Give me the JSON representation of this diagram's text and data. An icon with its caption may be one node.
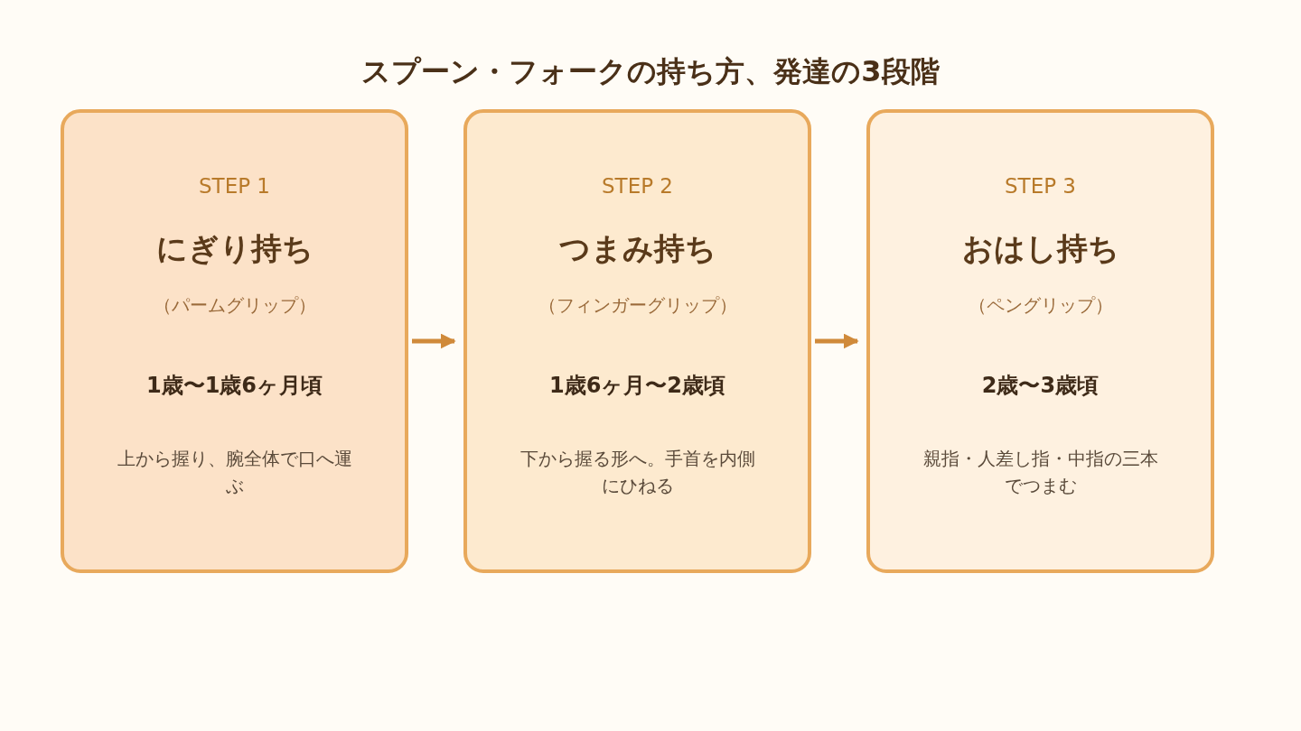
{
  "diagram": {
    "title": "スプーン・フォークの持ち方、発達の3段階",
    "nodes": [
      {
        "text": [
          "STEP 1",
          "にぎり持ち",
          "（パームグリップ）",
          "1歳〜1歳6ヶ月頃",
          "上から握り、腕全体で口へ運ぶ"
        ]
      },
      {
        "text": [
          "STEP 2",
          "つまみ持ち",
          "（フィンガーグリップ）",
          "1歳6ヶ月〜2歳頃",
          "下から握る形へ。手首を内側にひねる"
        ]
      },
      {
        "text": [
          "STEP 3",
          "おはし持ち",
          "（ペングリップ）",
          "2歳〜3歳頃",
          "親指・人差し指・中指の三本でつまむ"
        ]
      }
    ],
    "edges": [
      {
        "from": 0,
        "to": 1,
        "arrow": "to"
      },
      {
        "from": 1,
        "to": 2,
        "arrow": "to"
      }
    ]
  }
}
